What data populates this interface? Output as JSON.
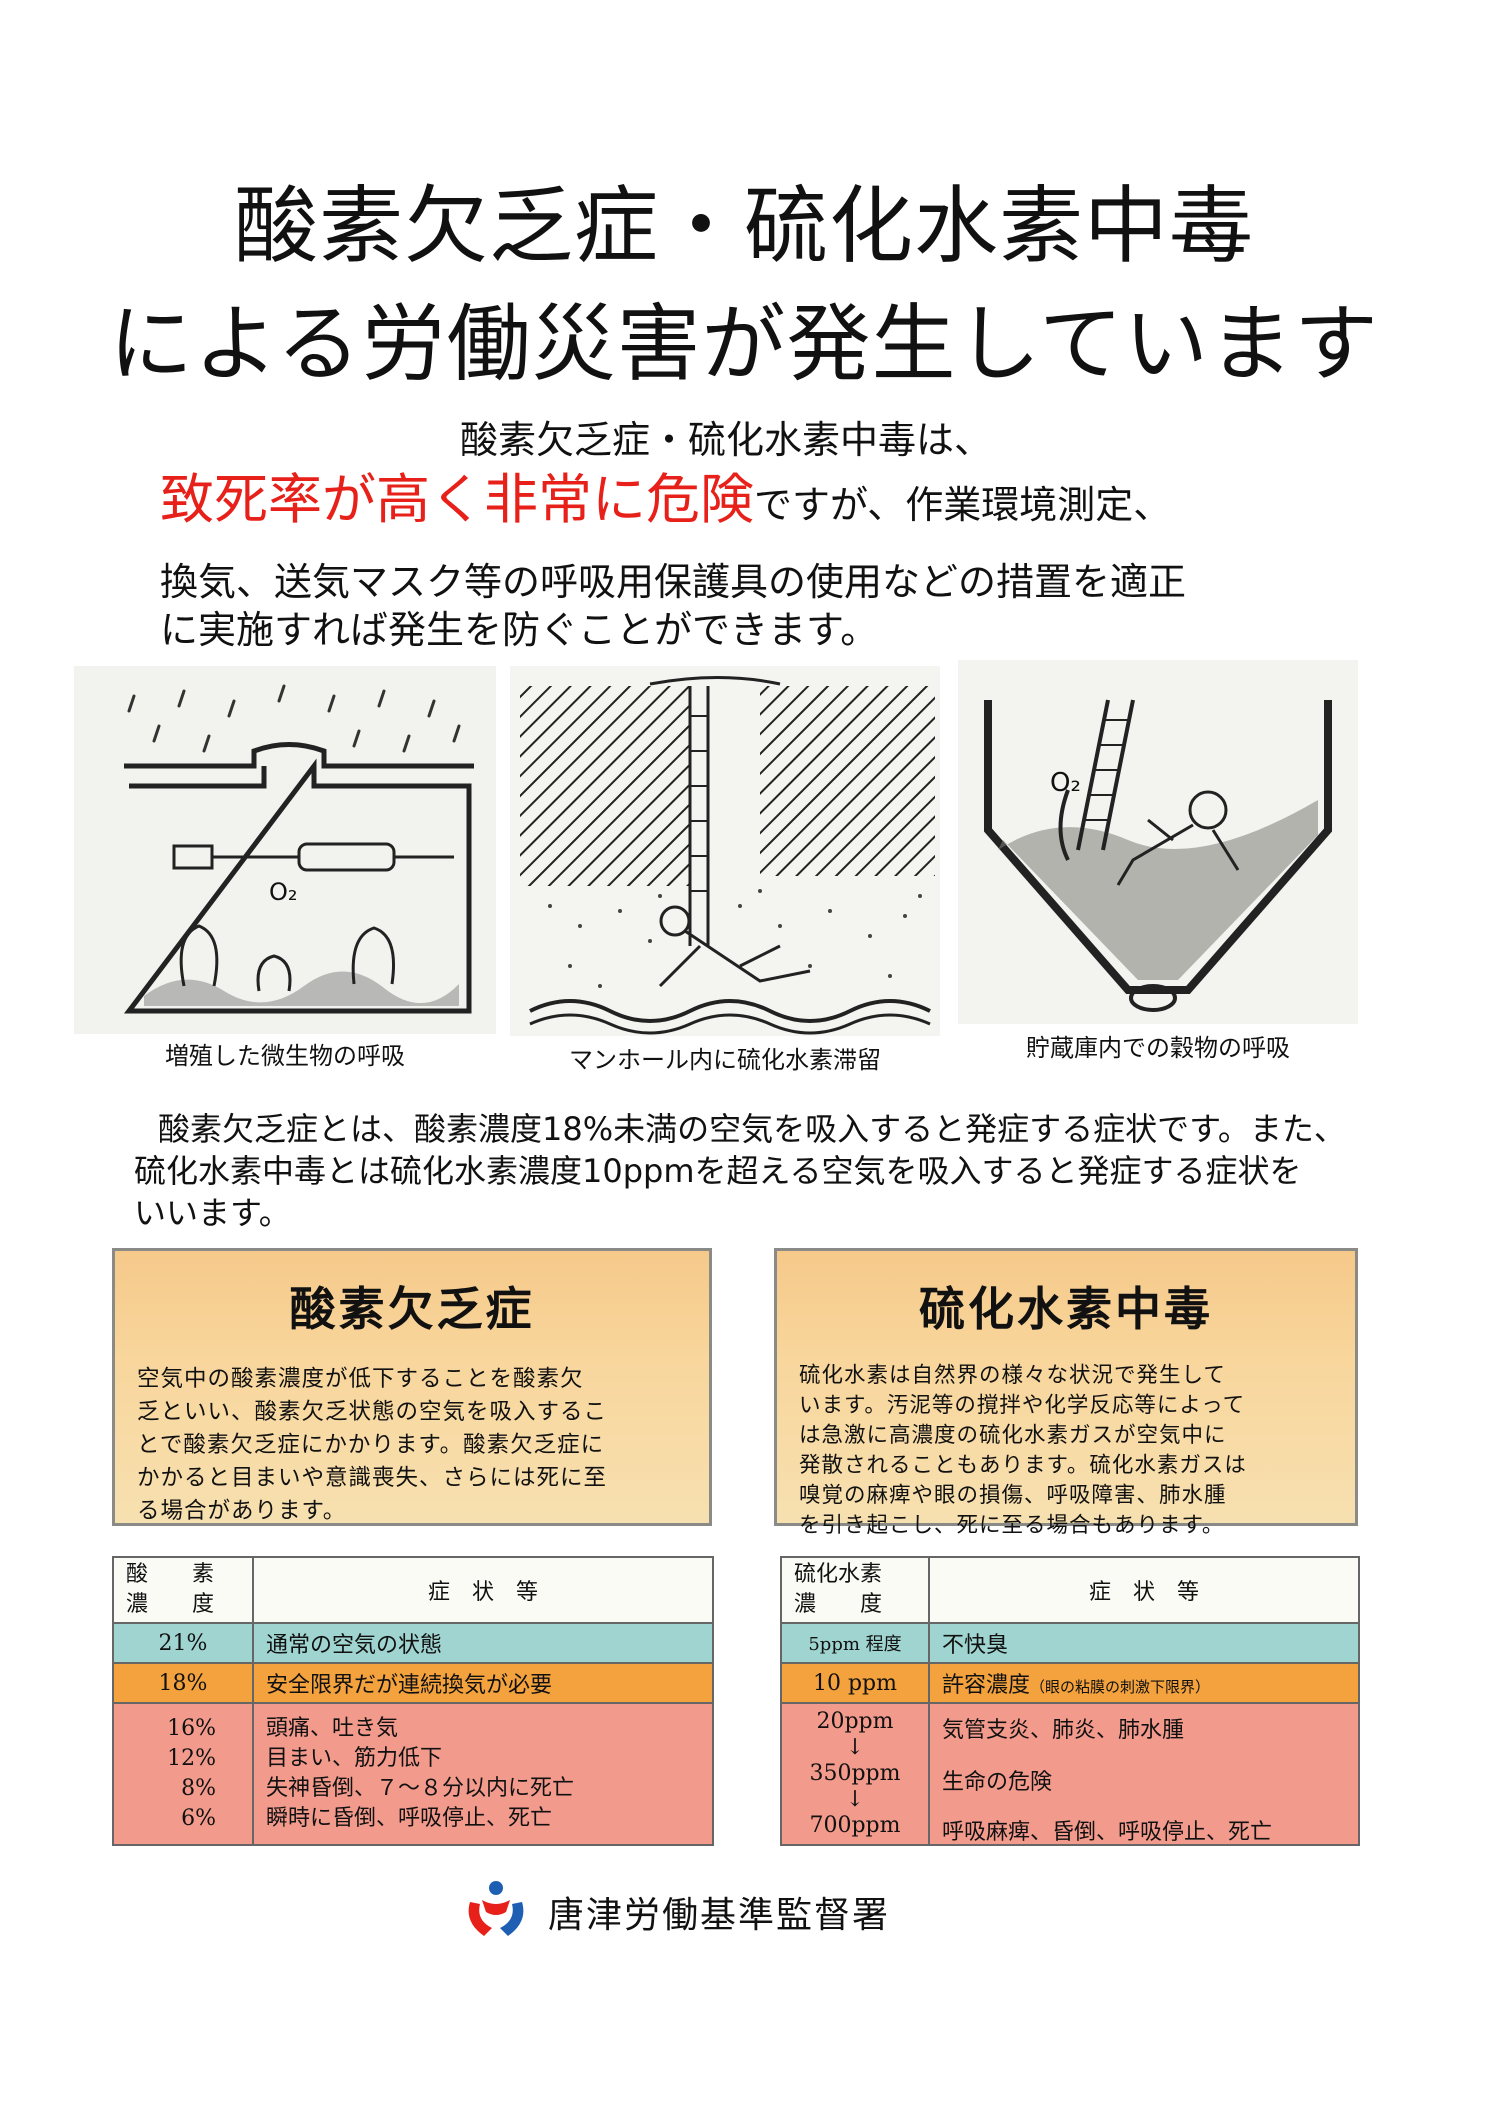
{
  "header": {
    "title_line1": "酸素欠乏症・硫化水素中毒",
    "title_line2": "による労働災害が発生しています"
  },
  "intro": {
    "lead": "酸素欠乏症・硫化水素中毒は、",
    "danger": "致死率が高く非常に危険",
    "rest1": "ですが、作業環境測定、",
    "rest2": "換気、送気マスク等の呼吸用保護具の使用などの措置を適正",
    "rest3": "に実施すれば発生を防ぐことができます。"
  },
  "illustrations": [
    {
      "caption": "増殖した微生物の呼吸",
      "label": "O₂"
    },
    {
      "caption": "マンホール内に硫化水素滞留"
    },
    {
      "caption": "貯蔵庫内での穀物の呼吸",
      "label": "O₂"
    }
  ],
  "definition": {
    "line1": "酸素欠乏症とは、酸素濃度18%未満の空気を吸入すると発症する症状です。また、",
    "line2": "硫化水素中毒とは硫化水素濃度10ppmを超える空気を吸入すると発症する症状を",
    "line3": "いいます。"
  },
  "oxygen_box": {
    "title": "酸素欠乏症",
    "lines": [
      "空気中の酸素濃度が低下することを酸素欠",
      "乏といい、酸素欠乏状態の空気を吸入するこ",
      "とで酸素欠乏症にかかります。酸素欠乏症に",
      "かかると目まいや意識喪失、さらには死に至",
      "る場合があります。"
    ]
  },
  "h2s_box": {
    "title": "硫化水素中毒",
    "lines": [
      "硫化水素は自然界の様々な状況で発生して",
      "います。汚泥等の撹拌や化学反応等によって",
      "は急激に高濃度の硫化水素ガスが空気中に",
      "発散されることもあります。硫化水素ガスは",
      "嗅覚の麻痺や眼の損傷、呼吸障害、肺水腫",
      "を引き起こし、死に至る場合もあります。"
    ]
  },
  "oxygen_table": {
    "head_col1": [
      "酸　　素",
      "濃　　度"
    ],
    "head_col2": "症　状　等",
    "row1": {
      "conc": "21%",
      "sym": "通常の空気の状態"
    },
    "row2": {
      "conc": "18%",
      "sym": "安全限界だが連続換気が必要"
    },
    "row3": {
      "conc": [
        "16%",
        "12%",
        "8%",
        "6%"
      ],
      "sym": [
        "頭痛、吐き気",
        "目まい、筋力低下",
        "失神昏倒、７～８分以内に死亡",
        "瞬時に昏倒、呼吸停止、死亡"
      ]
    }
  },
  "h2s_table": {
    "head_col1": [
      "硫化水素",
      "濃　　度"
    ],
    "head_col2": "症　状　等",
    "row1": {
      "conc": "5ppm 程度",
      "sym": "不快臭"
    },
    "row2": {
      "conc": "10 ppm",
      "sym": "許容濃度",
      "sym_note": "（眼の粘膜の刺激下限界）"
    },
    "row3": {
      "conc": [
        "20ppm",
        "↓",
        "350ppm",
        "↓",
        "700ppm"
      ],
      "sym": [
        "気管支炎、肺炎、肺水腫",
        "生命の危険",
        "呼吸麻痺、昏倒、呼吸停止、死亡"
      ]
    }
  },
  "footer": {
    "office": "唐津労働基準監督署"
  },
  "colors": {
    "danger": "#e8201a",
    "box_bg": "#f8d69c",
    "row_blue": "#9fd4d0",
    "row_orange": "#f3a23e",
    "row_red": "#f29a8c",
    "logo_red": "#e8201a",
    "logo_blue": "#1f5fb3"
  }
}
